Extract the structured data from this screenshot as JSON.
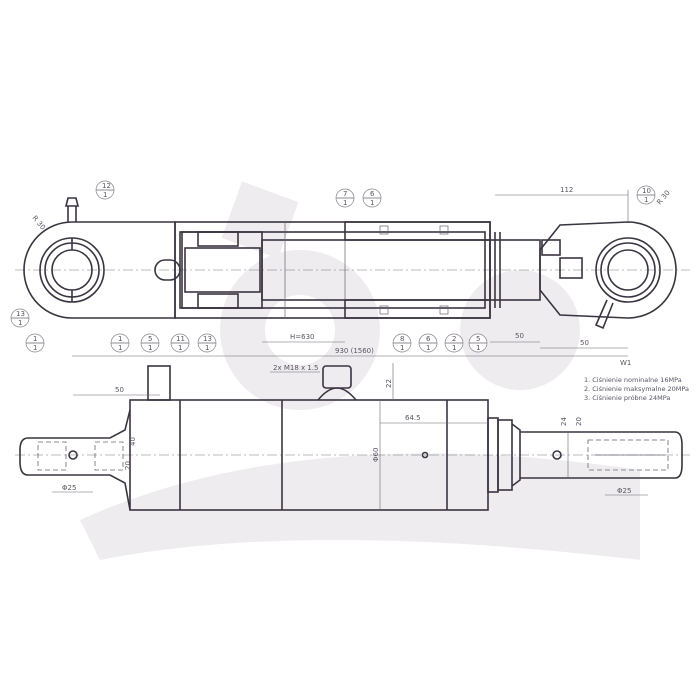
{
  "drawing": {
    "section_view": {
      "dimensions": {
        "radius_left": "R 30",
        "radius_right": "R 30",
        "eye_length": "112",
        "rod_offset": "50",
        "eye_offset": "50",
        "stroke": "H=630",
        "closed_length": "930 (1560)"
      },
      "balloons": [
        {
          "top": "12",
          "bottom": "1"
        },
        {
          "top": "13",
          "bottom": "1"
        },
        {
          "top": "1",
          "bottom": "1"
        },
        {
          "top": "1",
          "bottom": "1"
        },
        {
          "top": "5",
          "bottom": "1"
        },
        {
          "top": "11",
          "bottom": "1"
        },
        {
          "top": "13",
          "bottom": "1"
        },
        {
          "top": "7",
          "bottom": "1"
        },
        {
          "top": "6",
          "bottom": "1"
        },
        {
          "top": "8",
          "bottom": "1"
        },
        {
          "top": "6",
          "bottom": "1"
        },
        {
          "top": "2",
          "bottom": "1"
        },
        {
          "top": "5",
          "bottom": "1"
        },
        {
          "top": "10",
          "bottom": "1"
        }
      ]
    },
    "side_view": {
      "dimensions": {
        "port_thread": "2x M18 x 1.5",
        "port_offset": "50",
        "left_pin": "Φ25",
        "left_width_20": "20",
        "left_width_40": "40",
        "port_height": "22",
        "bore": "Φ60",
        "body_offset": "64.5",
        "rod_width_24": "24",
        "rod_width_20": "20",
        "right_pin": "Φ25"
      }
    },
    "notes": {
      "title": "W1",
      "items": [
        "1. Ciśnienie nominalne 16MPa",
        "2. Ciśnienie maksymalne 20MPa",
        "3. Ciśnienie próbne 24MPa"
      ]
    }
  }
}
